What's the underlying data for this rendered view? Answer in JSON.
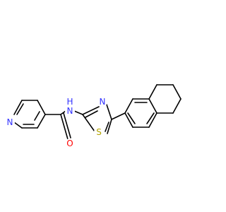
{
  "molecule": {
    "atoms": {
      "pyridine_n": "N",
      "amide_n": "N",
      "amide_h": "H",
      "carbonyl_o": "O",
      "thiazole_n": "N",
      "thiazole_s": "S"
    }
  },
  "colors": {
    "nitrogen": "#3333ff",
    "oxygen": "#ff0000",
    "sulfur": "#b2a300",
    "bond": "#000000"
  }
}
